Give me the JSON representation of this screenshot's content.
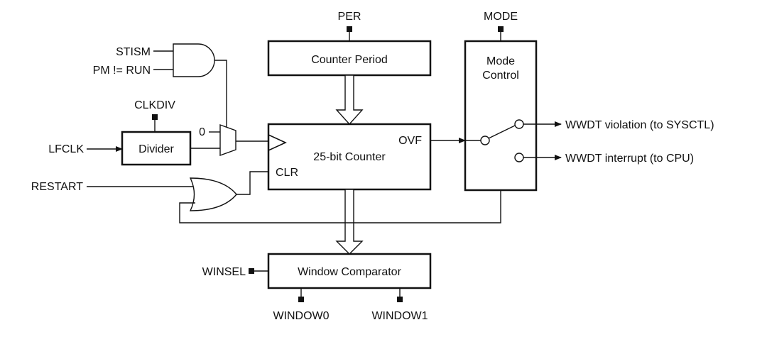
{
  "blocks": {
    "counter_period": "Counter Period",
    "mode_control_line1": "Mode",
    "mode_control_line2": "Control",
    "counter": "25-bit Counter",
    "divider": "Divider",
    "window_comparator": "Window Comparator"
  },
  "ports": {
    "ovf": "OVF",
    "clr": "CLR",
    "mux_zero": "0"
  },
  "signals": {
    "per": "PER",
    "mode": "MODE",
    "stism": "STISM",
    "pm_run": "PM != RUN",
    "clkdiv": "CLKDIV",
    "lfclk": "LFCLK",
    "restart": "RESTART",
    "winsel": "WINSEL",
    "window0": "WINDOW0",
    "window1": "WINDOW1"
  },
  "outputs": {
    "violation": "WWDT violation (to SYSCTL)",
    "interrupt": "WWDT interrupt (to CPU)"
  }
}
